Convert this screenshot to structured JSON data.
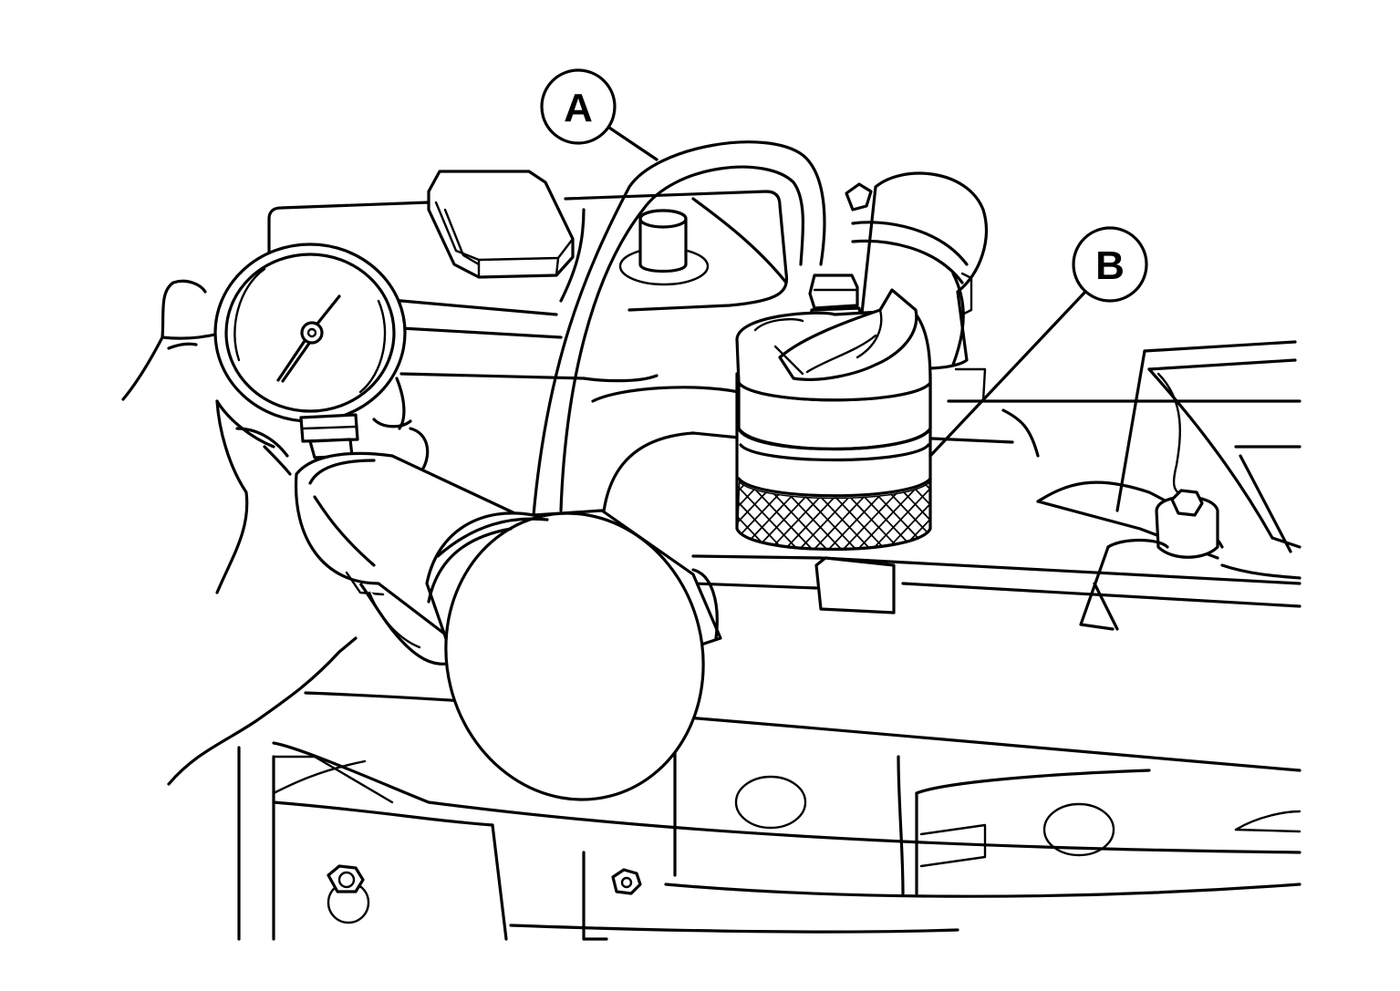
{
  "diagram": {
    "callouts": [
      {
        "id": "A",
        "label": "A"
      },
      {
        "id": "B",
        "label": "B"
      }
    ],
    "colors": {
      "line": "#000000",
      "background": "#ffffff"
    },
    "icons": [
      "pressure-gauge-icon",
      "radiator-cap-tester-icon",
      "hand-icon",
      "bolt-icon"
    ]
  }
}
